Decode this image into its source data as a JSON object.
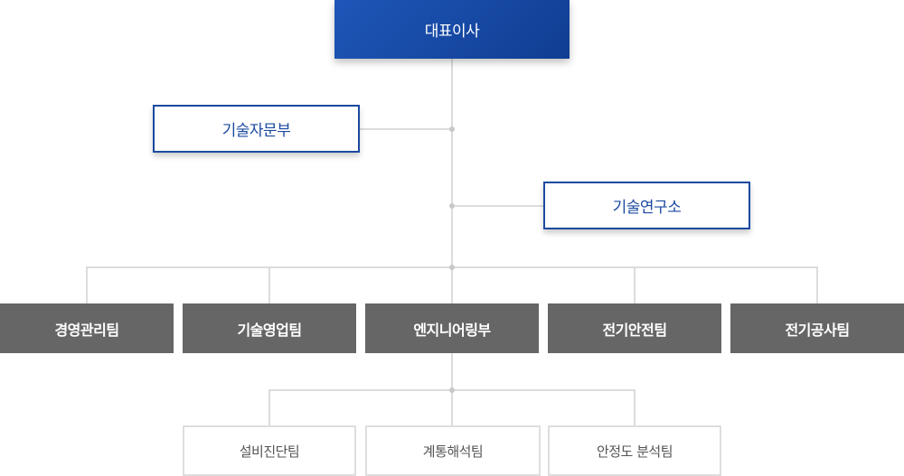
{
  "ceo": "대표이사",
  "advisory": {
    "consulting": "기술자문부",
    "research": "기술연구소"
  },
  "departments": [
    "경영관리팀",
    "기술영업팀",
    "엔지니어링부",
    "전기안전팀",
    "전기공사팀"
  ],
  "teams": [
    "설비진단팀",
    "계통해석팀",
    "안정도 분석팀"
  ],
  "colors": {
    "ceo": "#1f56b8",
    "advisory_border": "#1b4aa0",
    "department": "#666666",
    "connector": "#dcdcdc"
  }
}
